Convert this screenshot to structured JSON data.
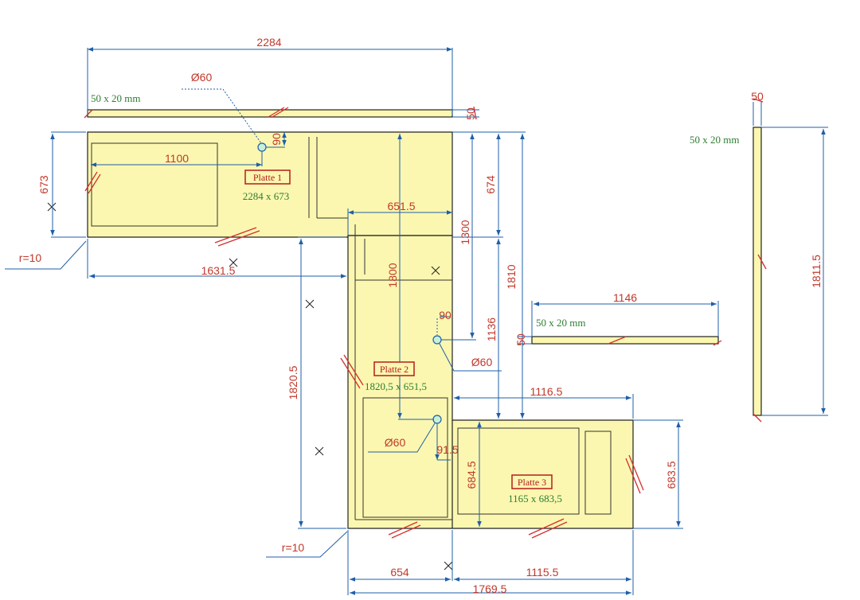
{
  "drawing": {
    "plates": [
      {
        "label": "Platte 1",
        "size": "2284 x 673"
      },
      {
        "label": "Platte 2",
        "size": "1820,5 x 651,5"
      },
      {
        "label": "Platte 3",
        "size": "1165 x 683,5"
      }
    ],
    "strip_notes": {
      "top": "50 x 20 mm",
      "middle": "50 x 20 mm",
      "right": "50 x 20 mm"
    },
    "dimensions": {
      "d2284": "2284",
      "d50_top": "50",
      "d50_mid": "50",
      "d50_right": "50",
      "d1100": "1100",
      "d673": "673",
      "d90_a": "90",
      "d90_b": "90",
      "d651_5": "651.5",
      "d674": "674",
      "d1300": "1300",
      "d1800": "1800",
      "d1810": "1810",
      "d1631_5": "1631.5",
      "d1136": "1136",
      "d1146": "1146",
      "d1811_5": "1811.5",
      "d1820_5": "1820.5",
      "d1116_5": "1116.5",
      "d684_5": "684.5",
      "d683_5": "683.5",
      "d91_5": "91.5",
      "d654": "654",
      "d1115_5": "1115.5",
      "d1769_5": "1769.5",
      "dia_1": "Ø60",
      "dia_2": "Ø60",
      "dia_3": "Ø60",
      "radius_1": "r=10",
      "radius_2": "r=10"
    }
  }
}
